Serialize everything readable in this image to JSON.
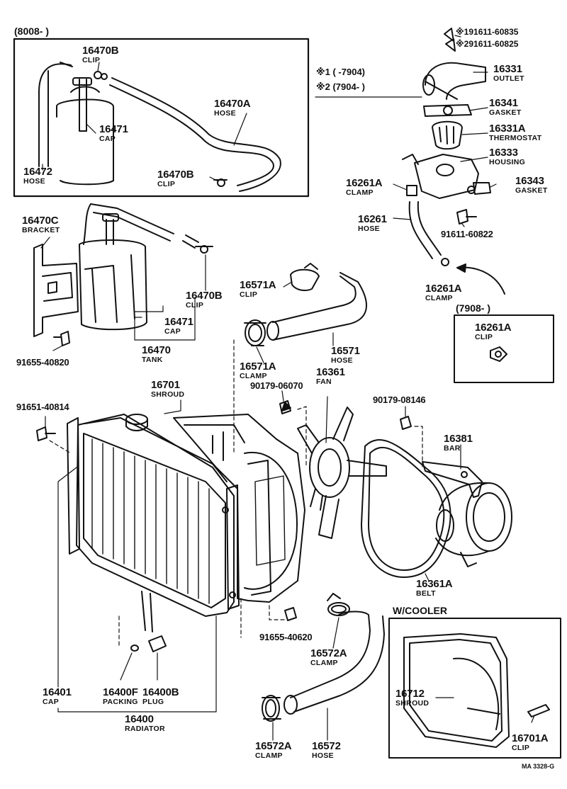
{
  "inset_top": {
    "range": "(8008-        )"
  },
  "inset_clip": {
    "range": "(7908-        )"
  },
  "wcooler": {
    "title": "W/COOLER"
  },
  "legend": {
    "item1": "※1 (        -7904)",
    "item2": "※2 (7904-        )",
    "bolt1": "※191611-60835",
    "bolt2": "※291611-60825"
  },
  "parts": {
    "p16470B_top": {
      "number": "16470B",
      "name": "CLIP"
    },
    "p16470A": {
      "number": "16470A",
      "name": "HOSE"
    },
    "p16471_top": {
      "number": "16471",
      "name": "CAP"
    },
    "p16472": {
      "number": "16472",
      "name": "HOSE"
    },
    "p16470B_mid": {
      "number": "16470B",
      "name": "CLIP"
    },
    "p16470C": {
      "number": "16470C",
      "name": "BRACKET"
    },
    "p16470B_low": {
      "number": "16470B",
      "name": "CLIP"
    },
    "p16471_low": {
      "number": "16471",
      "name": "CAP"
    },
    "p16470": {
      "number": "16470",
      "name": "TANK"
    },
    "p91655_40820": {
      "number": "91655-40820"
    },
    "p16331": {
      "number": "16331",
      "name": "OUTLET"
    },
    "p16341": {
      "number": "16341",
      "name": "GASKET"
    },
    "p16331A": {
      "number": "16331A",
      "name": "THERMOSTAT"
    },
    "p16333": {
      "number": "16333",
      "name": "HOUSING"
    },
    "p16261A_top": {
      "number": "16261A",
      "name": "CLAMP"
    },
    "p16343": {
      "number": "16343",
      "name": "GASKET"
    },
    "p16261": {
      "number": "16261",
      "name": "HOSE"
    },
    "p91611_60822": {
      "number": "91611-60822"
    },
    "p16261A_clamp": {
      "number": "16261A",
      "name": "CLAMP"
    },
    "p16261A_clip": {
      "number": "16261A",
      "name": "CLIP"
    },
    "p16571A": {
      "number": "16571A",
      "name": "CLIP"
    },
    "p16571": {
      "number": "16571",
      "name": "HOSE"
    },
    "p16571A_clamp": {
      "number": "16571A",
      "name": "CLAMP"
    },
    "p16361": {
      "number": "16361",
      "name": "FAN"
    },
    "p90179_06070": {
      "number": "90179-06070"
    },
    "p90179_08146": {
      "number": "90179-08146"
    },
    "p16701": {
      "number": "16701",
      "name": "SHROUD"
    },
    "p91651_40814": {
      "number": "91651-40814"
    },
    "p16381": {
      "number": "16381",
      "name": "BAR"
    },
    "p16361A": {
      "number": "16361A",
      "name": "BELT"
    },
    "p91655_40620": {
      "number": "91655-40620"
    },
    "p16572A_top": {
      "number": "16572A",
      "name": "CLAMP"
    },
    "p16401": {
      "number": "16401",
      "name": "CAP"
    },
    "p16400F": {
      "number": "16400F",
      "name": "PACKING"
    },
    "p16400B": {
      "number": "16400B",
      "name": "PLUG"
    },
    "p16400": {
      "number": "16400",
      "name": "RADIATOR"
    },
    "p16572A_bot": {
      "number": "16572A",
      "name": "CLAMP"
    },
    "p16572": {
      "number": "16572",
      "name": "HOSE"
    },
    "p16712": {
      "number": "16712",
      "name": "SHROUD"
    },
    "p16701A": {
      "number": "16701A",
      "name": "CLIP"
    }
  },
  "footer": {
    "code": "MA 3328-G"
  }
}
